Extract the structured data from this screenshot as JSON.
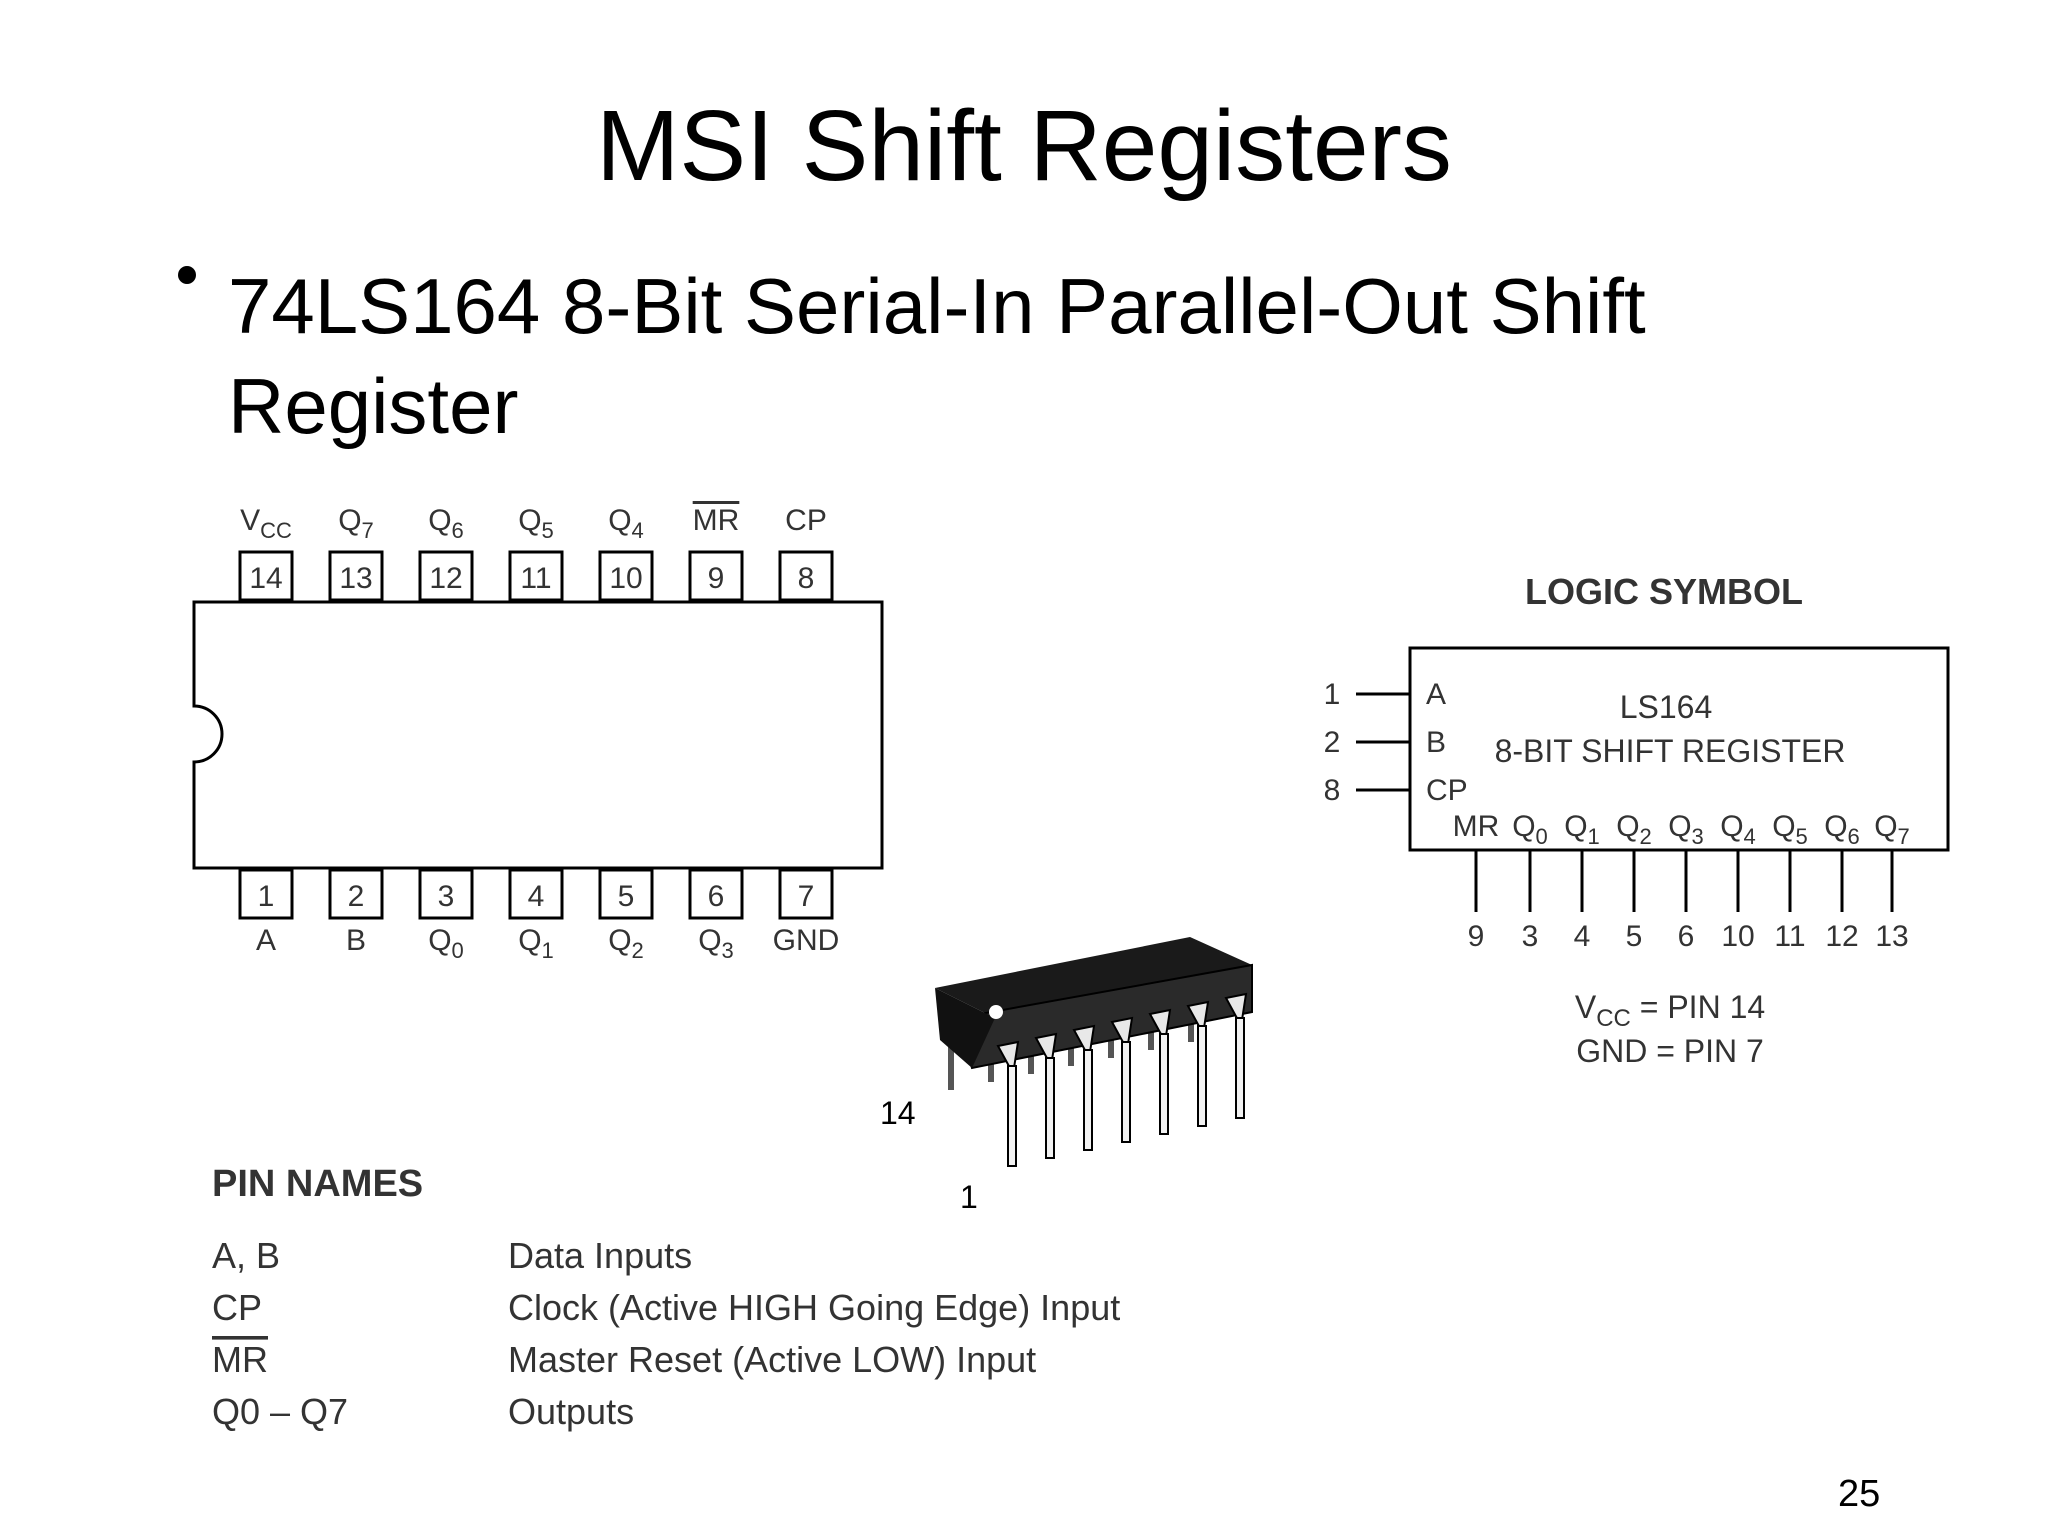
{
  "slide": {
    "title": "MSI Shift Registers",
    "bullet": "74LS164 8-Bit Serial-In Parallel-Out Shift Register",
    "page_number": "25"
  },
  "pinout": {
    "top_pins": [
      {
        "num": "14",
        "label": "V",
        "sub": "CC",
        "overline": false
      },
      {
        "num": "13",
        "label": "Q",
        "sub": "7",
        "overline": false
      },
      {
        "num": "12",
        "label": "Q",
        "sub": "6",
        "overline": false
      },
      {
        "num": "11",
        "label": "Q",
        "sub": "5",
        "overline": false
      },
      {
        "num": "10",
        "label": "Q",
        "sub": "4",
        "overline": false
      },
      {
        "num": "9",
        "label": "MR",
        "sub": "",
        "overline": true
      },
      {
        "num": "8",
        "label": "CP",
        "sub": "",
        "overline": false
      }
    ],
    "bottom_pins": [
      {
        "num": "1",
        "label": "A",
        "sub": ""
      },
      {
        "num": "2",
        "label": "B",
        "sub": ""
      },
      {
        "num": "3",
        "label": "Q",
        "sub": "0"
      },
      {
        "num": "4",
        "label": "Q",
        "sub": "1"
      },
      {
        "num": "5",
        "label": "Q",
        "sub": "2"
      },
      {
        "num": "6",
        "label": "Q",
        "sub": "3"
      },
      {
        "num": "7",
        "label": "GND",
        "sub": ""
      }
    ]
  },
  "package": {
    "pin_14_label": "14",
    "pin_1_label": "1"
  },
  "logic_symbol": {
    "heading": "LOGIC SYMBOL",
    "device": "LS164",
    "description": "8-BIT SHIFT REGISTER",
    "inputs": [
      {
        "pin": "1",
        "label": "A"
      },
      {
        "pin": "2",
        "label": "B"
      },
      {
        "pin": "8",
        "label": "CP"
      }
    ],
    "outputs": [
      {
        "label": "MR",
        "sub": "",
        "pin": "9"
      },
      {
        "label": "Q",
        "sub": "0",
        "pin": "3"
      },
      {
        "label": "Q",
        "sub": "1",
        "pin": "4"
      },
      {
        "label": "Q",
        "sub": "2",
        "pin": "5"
      },
      {
        "label": "Q",
        "sub": "3",
        "pin": "6"
      },
      {
        "label": "Q",
        "sub": "4",
        "pin": "10"
      },
      {
        "label": "Q",
        "sub": "5",
        "pin": "11"
      },
      {
        "label": "Q",
        "sub": "6",
        "pin": "12"
      },
      {
        "label": "Q",
        "sub": "7",
        "pin": "13"
      }
    ],
    "vcc_note": {
      "label": "V",
      "sub": "CC",
      "rest": " = PIN 14"
    },
    "gnd_note": "GND = PIN 7"
  },
  "pin_names": {
    "heading": "PIN NAMES",
    "rows": [
      {
        "name": "A, B",
        "description": "Data Inputs"
      },
      {
        "name": "CP",
        "description": "Clock (Active HIGH Going Edge) Input"
      },
      {
        "name": "MR",
        "description": "Master Reset (Active LOW) Input"
      },
      {
        "name": "Q0 – Q7",
        "description": "Outputs"
      }
    ]
  }
}
